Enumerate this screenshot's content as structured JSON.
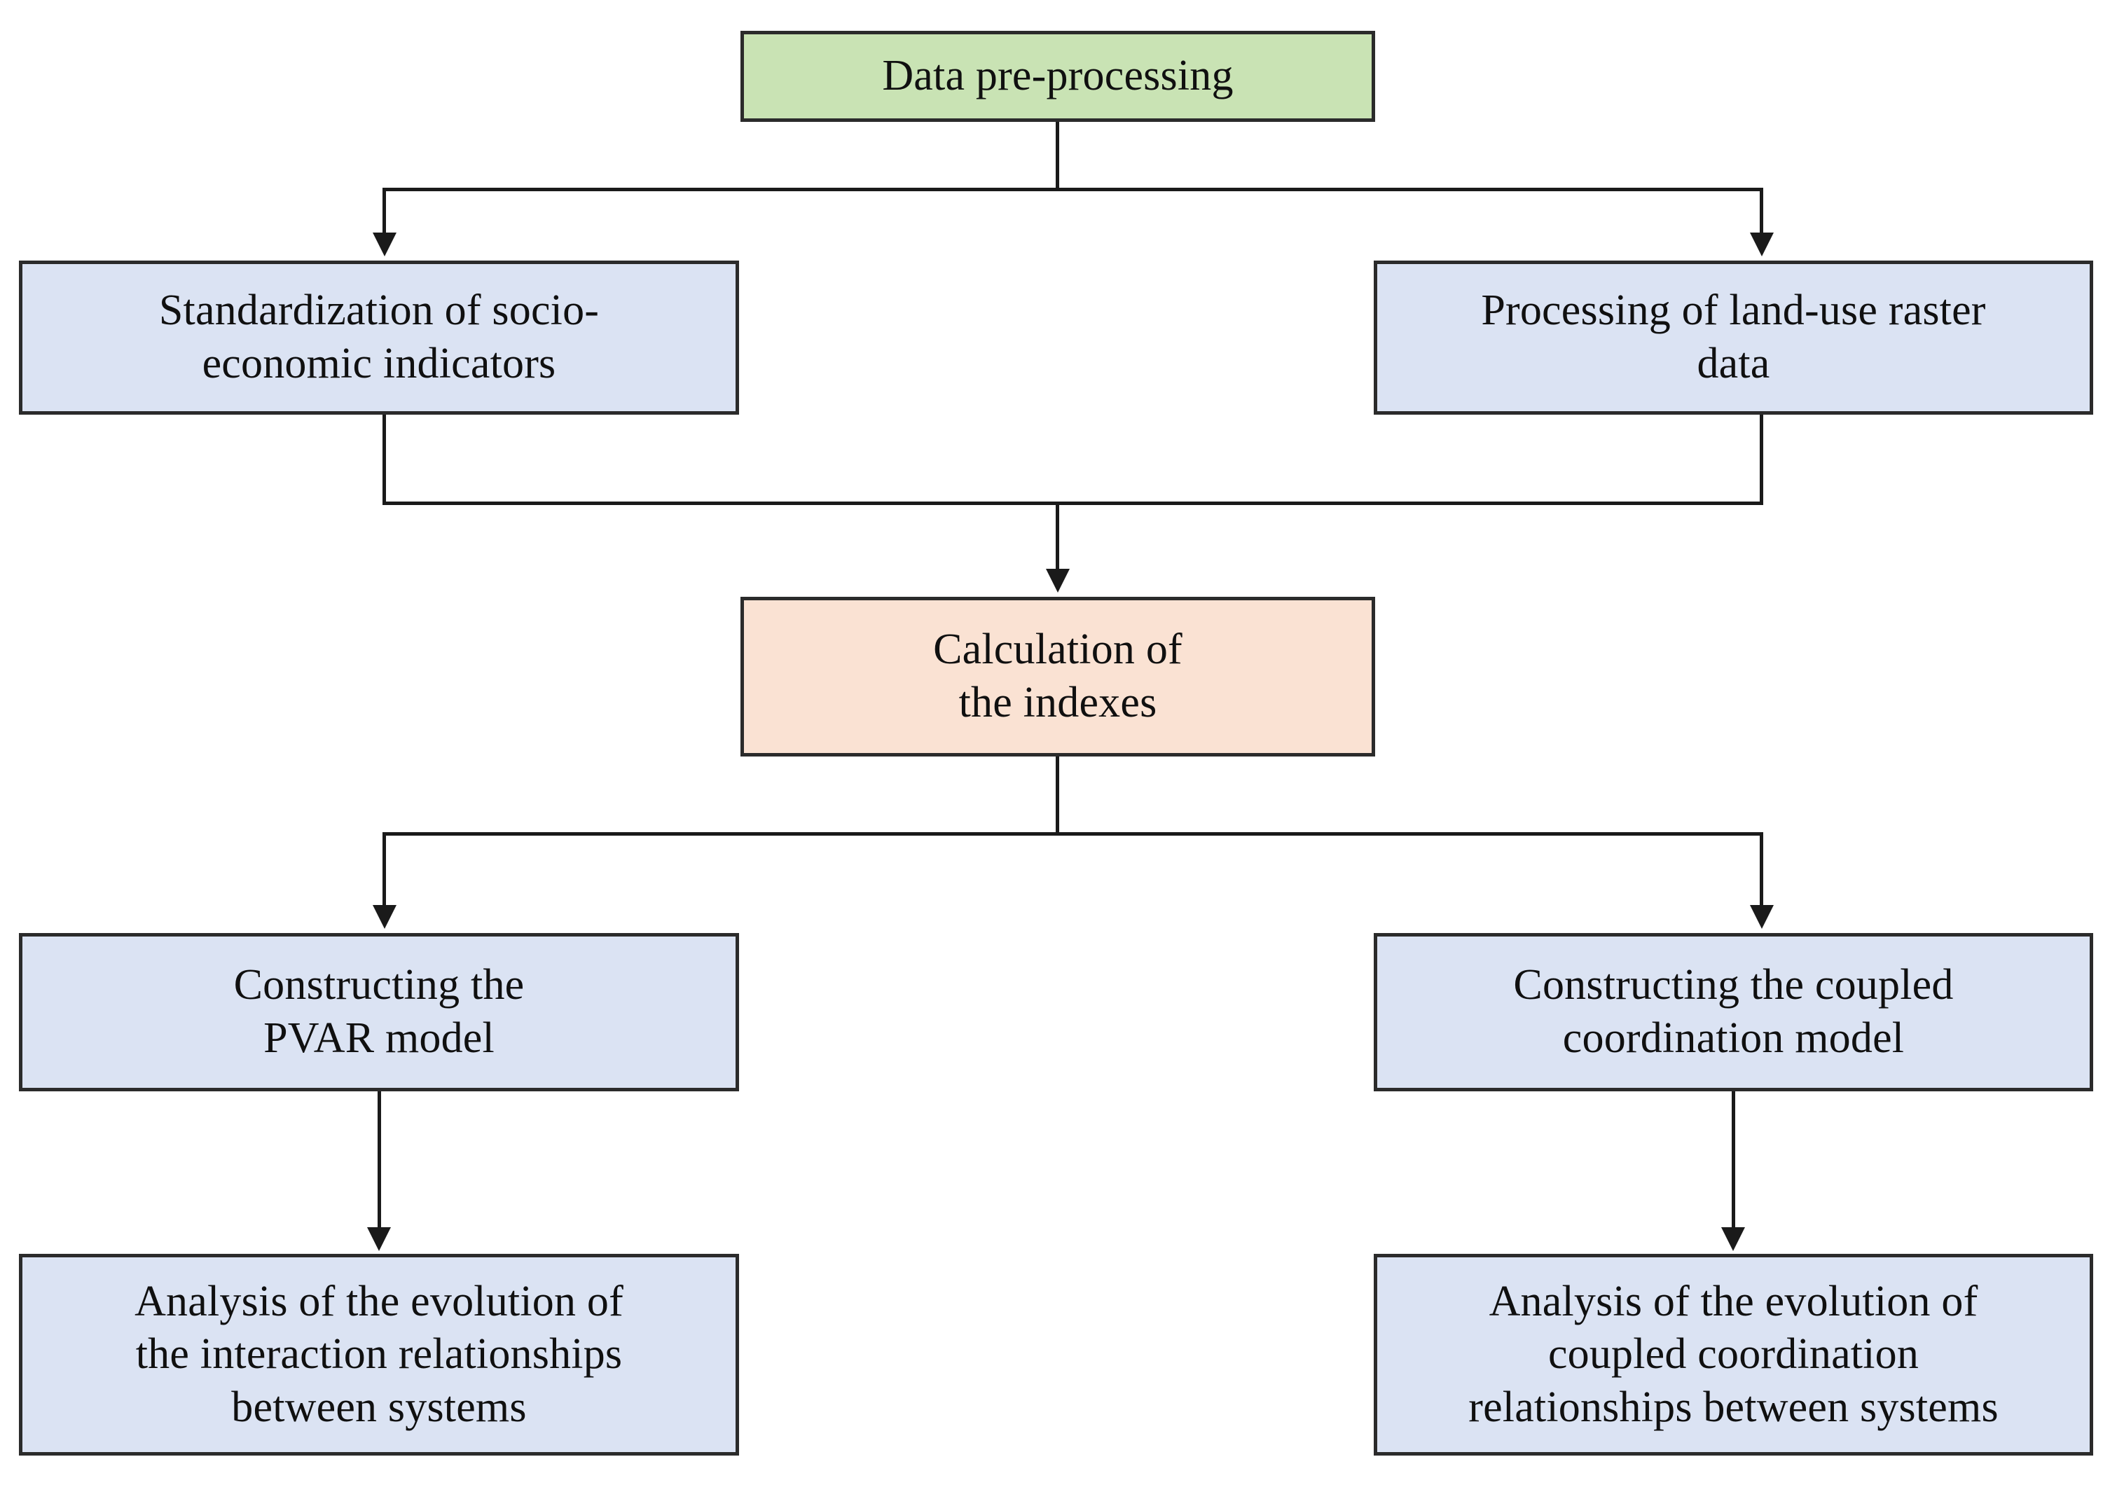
{
  "diagram": {
    "title": "Research methodology flowchart",
    "colors": {
      "green_fill": "#c9e3b4",
      "blue_fill": "#dbe3f3",
      "peach_fill": "#fae2d3",
      "border": "#2b2b2b",
      "connector": "#1a1a1a",
      "text": "#101010",
      "background": "#ffffff"
    },
    "nodes": [
      {
        "id": "data-pre-processing",
        "label": "Data pre-processing",
        "fill": "#c9e3b4",
        "row": 1
      },
      {
        "id": "standardization-socio-economic",
        "label": "Standardization of socio-\neconomic indicators",
        "fill": "#dbe3f3",
        "row": 2
      },
      {
        "id": "processing-land-use-raster",
        "label": "Processing of  land-use raster\ndata",
        "fill": "#dbe3f3",
        "row": 2
      },
      {
        "id": "calculation-of-indexes",
        "label": "Calculation of\nthe indexes",
        "fill": "#fae2d3",
        "row": 3
      },
      {
        "id": "constructing-pvar-model",
        "label": "Constructing the\nPVAR model",
        "fill": "#dbe3f3",
        "row": 4
      },
      {
        "id": "constructing-coupled-coordination-model",
        "label": "Constructing the coupled\ncoordination model",
        "fill": "#dbe3f3",
        "row": 4
      },
      {
        "id": "analysis-interaction-relationships",
        "label": "Analysis of the evolution of\nthe interaction relationships\nbetween systems",
        "fill": "#dbe3f3",
        "row": 5
      },
      {
        "id": "analysis-coupled-coordination-relationships",
        "label": "Analysis of  the evolution of\ncoupled coordination\nrelationships between systems",
        "fill": "#dbe3f3",
        "row": 5
      }
    ],
    "edges": [
      {
        "id": "edge-pre-to-standardization",
        "from": "data-pre-processing",
        "to": "standardization-socio-economic",
        "style": "orthogonal-split",
        "arrow": true
      },
      {
        "id": "edge-pre-to-raster",
        "from": "data-pre-processing",
        "to": "processing-land-use-raster",
        "style": "orthogonal-split",
        "arrow": true
      },
      {
        "id": "edge-standardization-to-indexes",
        "from": "standardization-socio-economic",
        "to": "calculation-of-indexes",
        "style": "orthogonal-merge",
        "arrow": true
      },
      {
        "id": "edge-raster-to-indexes",
        "from": "processing-land-use-raster",
        "to": "calculation-of-indexes",
        "style": "orthogonal-merge",
        "arrow": true
      },
      {
        "id": "edge-indexes-to-pvar",
        "from": "calculation-of-indexes",
        "to": "constructing-pvar-model",
        "style": "orthogonal-split",
        "arrow": true
      },
      {
        "id": "edge-indexes-to-coupled",
        "from": "calculation-of-indexes",
        "to": "constructing-coupled-coordination-model",
        "style": "orthogonal-split",
        "arrow": true
      },
      {
        "id": "edge-pvar-to-interaction",
        "from": "constructing-pvar-model",
        "to": "analysis-interaction-relationships",
        "style": "straight",
        "arrow": true
      },
      {
        "id": "edge-coupled-to-coord",
        "from": "constructing-coupled-coordination-model",
        "to": "analysis-coupled-coordination-relationships",
        "style": "straight",
        "arrow": true
      }
    ]
  }
}
